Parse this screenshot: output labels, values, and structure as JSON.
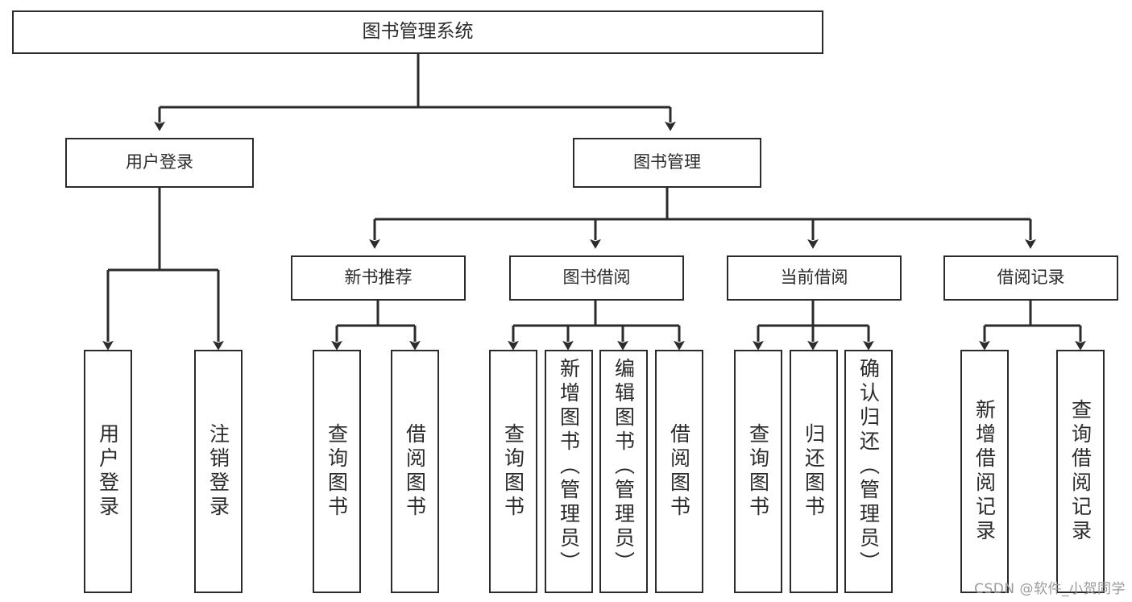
{
  "diagram": {
    "type": "tree",
    "title": "图书管理系统",
    "orientation": "top-down",
    "colors": {
      "box_stroke": "#2b2b2b",
      "box_fill": "#ffffff",
      "connector": "#2b2b2b",
      "background": "#ffffff",
      "watermark": "#9a9a9a"
    },
    "root": {
      "label": "图书管理系统"
    },
    "level2": [
      {
        "id": "user-login",
        "label": "用户登录"
      },
      {
        "id": "book-manage",
        "label": "图书管理"
      }
    ],
    "level3": [
      {
        "id": "new-book-recommend",
        "label": "新书推荐",
        "parent": "book-manage"
      },
      {
        "id": "book-borrow",
        "label": "图书借阅",
        "parent": "book-manage"
      },
      {
        "id": "current-borrow",
        "label": "当前借阅",
        "parent": "book-manage"
      },
      {
        "id": "borrow-record",
        "label": "借阅记录",
        "parent": "book-manage"
      }
    ],
    "leaves": [
      {
        "id": "leaf-user-login",
        "label": "用户登录",
        "parent": "user-login"
      },
      {
        "id": "leaf-user-logout",
        "label": "注销登录",
        "parent": "user-login"
      },
      {
        "id": "leaf-query-book-1",
        "label": "查询图书",
        "parent": "new-book-recommend"
      },
      {
        "id": "leaf-borrow-book-1",
        "label": "借阅图书",
        "parent": "new-book-recommend"
      },
      {
        "id": "leaf-query-book-2",
        "label": "查询图书",
        "parent": "book-borrow"
      },
      {
        "id": "leaf-add-book",
        "label": "新增图书（管理员）",
        "parent": "book-borrow"
      },
      {
        "id": "leaf-edit-book",
        "label": "编辑图书（管理员）",
        "parent": "book-borrow"
      },
      {
        "id": "leaf-borrow-book-2",
        "label": "借阅图书",
        "parent": "book-borrow"
      },
      {
        "id": "leaf-query-book-3",
        "label": "查询图书",
        "parent": "current-borrow"
      },
      {
        "id": "leaf-return-book",
        "label": "归还图书",
        "parent": "current-borrow"
      },
      {
        "id": "leaf-confirm-return",
        "label": "确认归还（管理员）",
        "parent": "current-borrow"
      },
      {
        "id": "leaf-add-record",
        "label": "新增借阅记录",
        "parent": "borrow-record"
      },
      {
        "id": "leaf-query-record",
        "label": "查询借阅记录",
        "parent": "borrow-record"
      }
    ]
  },
  "watermark": {
    "text": "CSDN @软件_小贺同学"
  }
}
